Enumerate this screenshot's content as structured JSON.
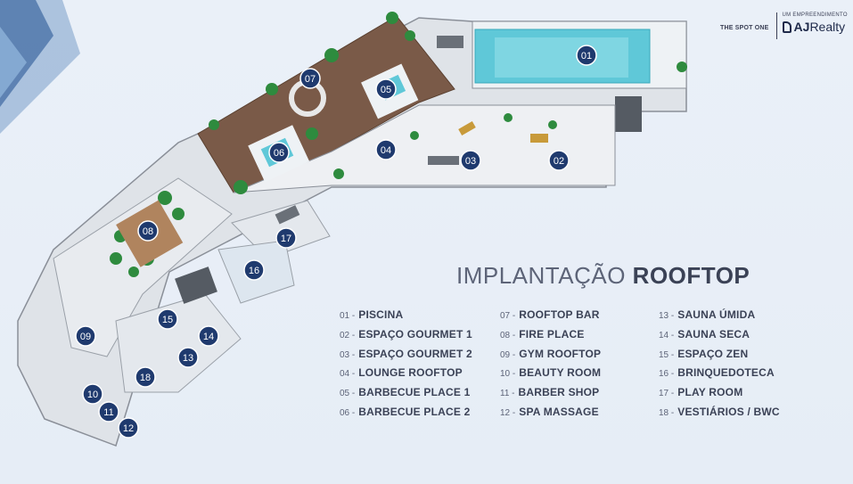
{
  "brand": {
    "spot_label": "THE SPOT ONE",
    "tagline": "UM EMPREENDIMENTO",
    "company_bold": "AJ",
    "company_light": "Realty"
  },
  "title": {
    "light": "IMPLANTAÇÃO ",
    "bold": "ROOFTOP"
  },
  "legend": [
    {
      "num": "01 -",
      "label": "PISCINA"
    },
    {
      "num": "02 -",
      "label": "ESPAÇO GOURMET 1"
    },
    {
      "num": "03 -",
      "label": "ESPAÇO GOURMET 2"
    },
    {
      "num": "04 -",
      "label": "LOUNGE ROOFTOP"
    },
    {
      "num": "05 -",
      "label": "BARBECUE PLACE 1"
    },
    {
      "num": "06 -",
      "label": "BARBECUE PLACE 2"
    },
    {
      "num": "07 -",
      "label": "ROOFTOP BAR"
    },
    {
      "num": "08 -",
      "label": "FIRE PLACE"
    },
    {
      "num": "09 -",
      "label": "GYM ROOFTOP"
    },
    {
      "num": "10 -",
      "label": "BEAUTY ROOM"
    },
    {
      "num": "11 -",
      "label": "BARBER SHOP"
    },
    {
      "num": "12 -",
      "label": "SPA MASSAGE"
    },
    {
      "num": "13 -",
      "label": "SAUNA ÚMIDA"
    },
    {
      "num": "14 -",
      "label": "SAUNA SECA"
    },
    {
      "num": "15 -",
      "label": "ESPAÇO ZEN"
    },
    {
      "num": "16 -",
      "label": "BRINQUEDOTECA"
    },
    {
      "num": "17 -",
      "label": "PLAY ROOM"
    },
    {
      "num": "18 -",
      "label": "VESTIÁRIOS / BWC"
    }
  ],
  "markers": [
    "01",
    "02",
    "03",
    "04",
    "05",
    "06",
    "07",
    "08",
    "09",
    "10",
    "11",
    "12",
    "13",
    "14",
    "15",
    "16",
    "17",
    "18"
  ],
  "colors": {
    "marker": "#1f3a6e",
    "deck": "#7a5a48",
    "pool": "#5fc8d8",
    "floor": "#dfe3e8",
    "plant": "#2e8b3e"
  }
}
